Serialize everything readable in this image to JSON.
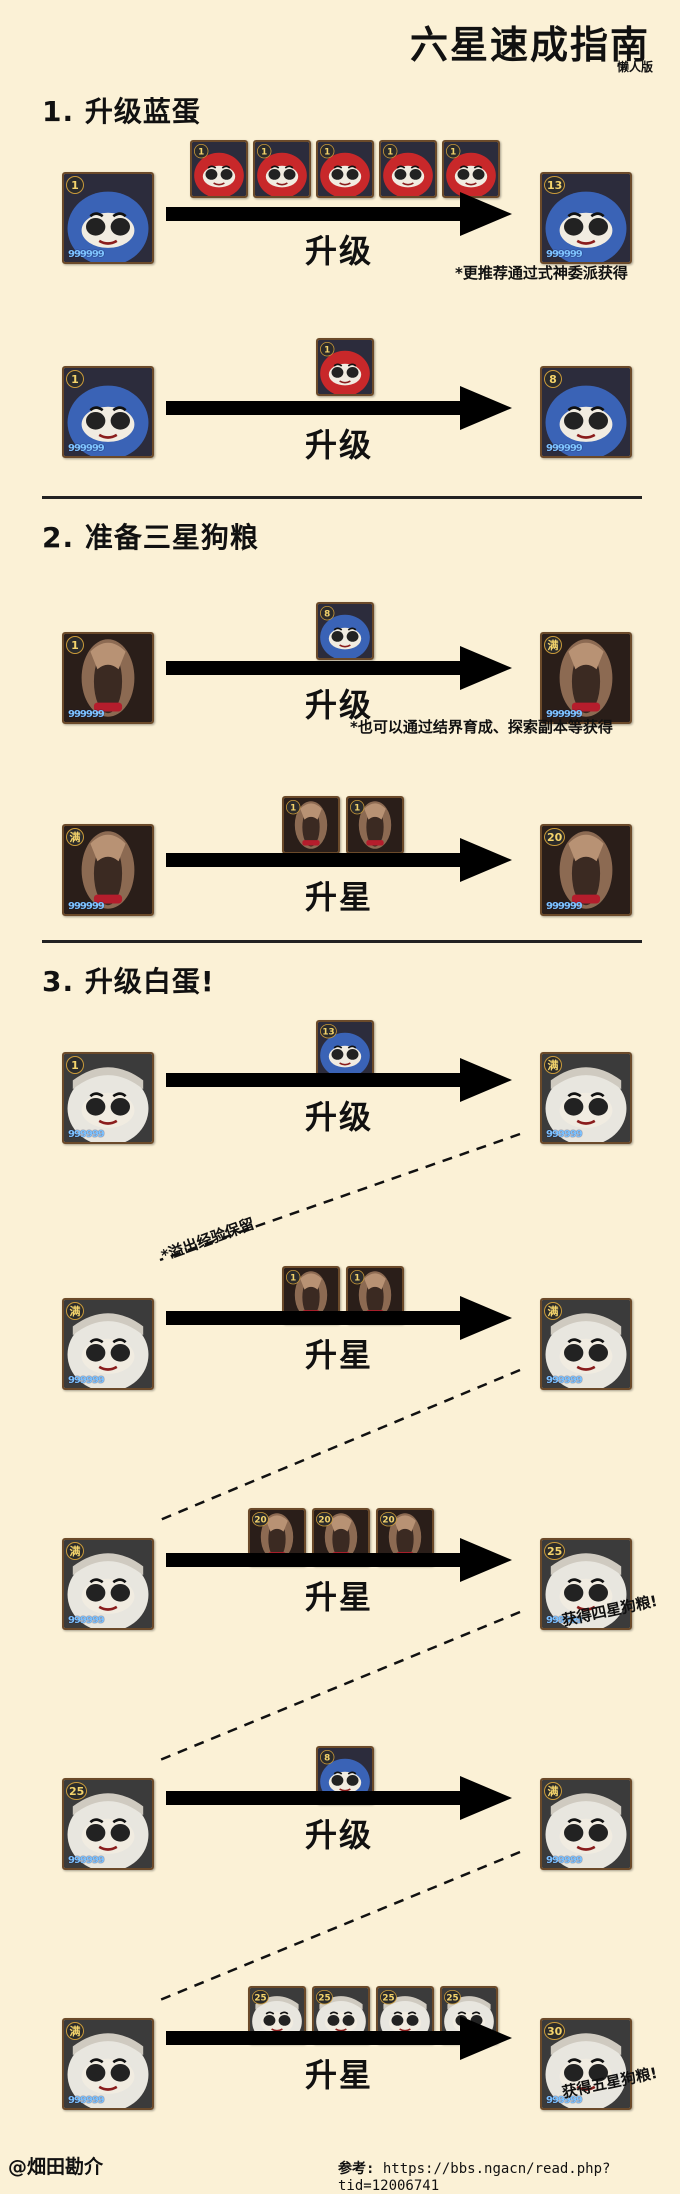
{
  "title": "六星速成指南",
  "subtitle": "懒人版",
  "sections": [
    {
      "title": "1. 升级蓝蛋"
    },
    {
      "title": "2. 准备三星狗粮"
    },
    {
      "title": "3. 升级白蛋!"
    }
  ],
  "labels": {
    "upgrade": "升级",
    "star_up": "升星"
  },
  "notes": {
    "n1": "*更推荐通过式神委派获得",
    "n2": "*也可以通过结界育成、探索副本等获得",
    "n3": "*溢出经验保留",
    "n4": "获得四星狗粮!",
    "n5": "获得五星狗粮!"
  },
  "stars_text": "999999",
  "badges": {
    "b1": "1",
    "b13": "13",
    "b8": "8",
    "b20": "20",
    "b25": "25",
    "b30": "30",
    "full": "满"
  },
  "footer": {
    "handle": "@畑田勘介",
    "ref_label": "参考:",
    "ref_url": "https://bbs.ngacn/read.php?tid=12006741"
  },
  "colors": {
    "background": "#fbf1d6",
    "arrow": "#000000",
    "blue_daruma": "#3a63b6",
    "red_daruma": "#c8282a",
    "white_daruma": "#e8e6df",
    "doll": "#3b2a22"
  }
}
